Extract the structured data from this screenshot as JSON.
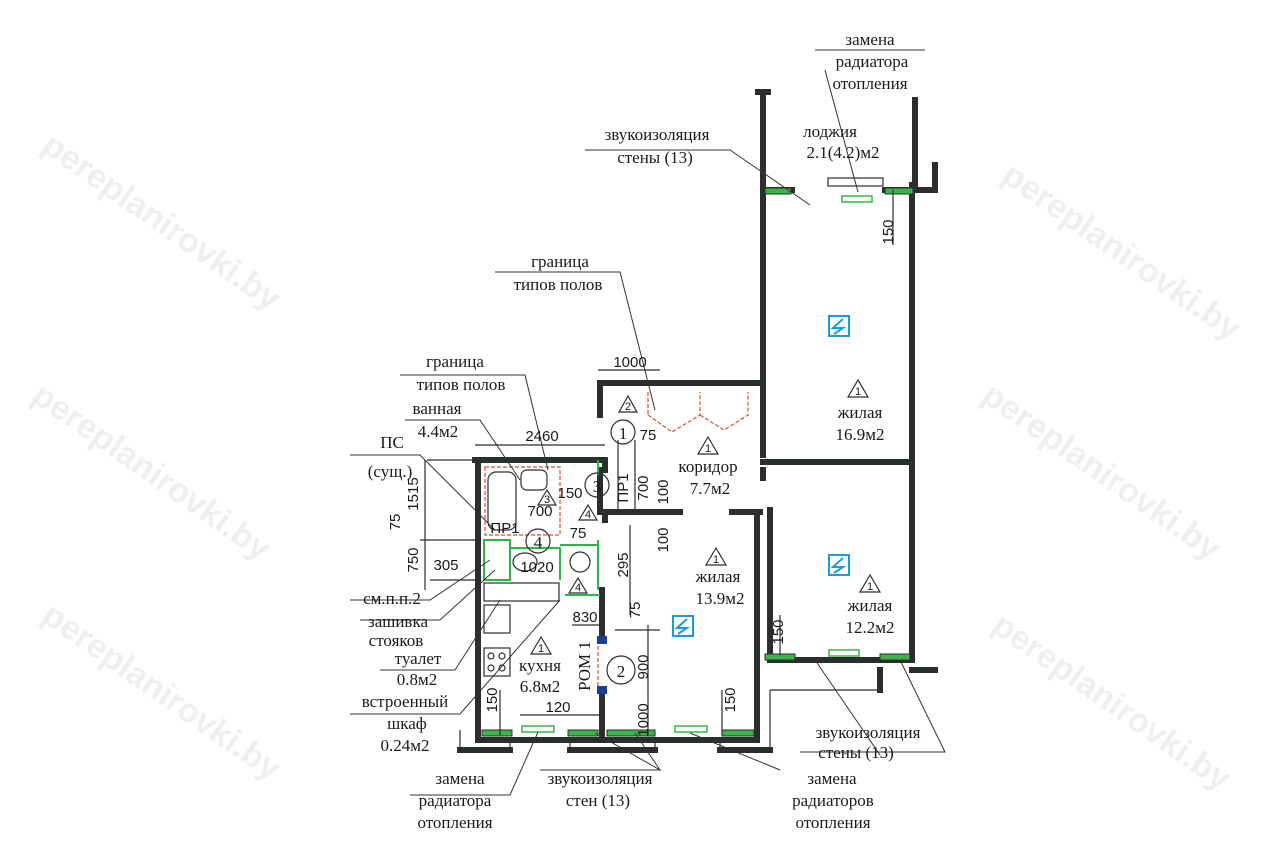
{
  "watermark": "pereplanirovki.by",
  "rooms": {
    "loggia": {
      "name": "лоджия",
      "area": "2.1(4.2)м2"
    },
    "living1": {
      "mark": "1",
      "name": "жилая",
      "area": "16.9м2"
    },
    "corridor": {
      "mark": "1",
      "name": "коридор",
      "area": "7.7м2"
    },
    "living2": {
      "mark": "1",
      "name": "жилая",
      "area": "13.9м2"
    },
    "living3": {
      "mark": "1",
      "name": "жилая",
      "area": "12.2м2"
    },
    "kitchen": {
      "mark": "1",
      "name": "кухня",
      "area": "6.8м2"
    },
    "bath": {
      "name": "ванная",
      "area": "4.4м2"
    },
    "toilet": {
      "name": "туалет",
      "area": "0.8м2"
    },
    "closet": {
      "name1": "встроенный",
      "name2": "шкаф",
      "area": "0.24м2"
    }
  },
  "callouts": {
    "radiator_top": [
      "замена",
      "радиатора",
      "отопления"
    ],
    "sound_top": [
      "звукоизоляция",
      "стены (13)"
    ],
    "floor_border1": [
      "граница",
      "типов полов"
    ],
    "floor_border2": [
      "граница",
      "типов полов"
    ],
    "ps": [
      "ПС",
      "(сущ.)"
    ],
    "see": "см.п.п.2",
    "riser": [
      "зашивка",
      "стояков"
    ],
    "radiator_bottom": [
      "замена",
      "радиатора",
      "отопления"
    ],
    "sound_bottom": [
      "звукоизоляция",
      "стен (13)"
    ],
    "radiators_bottom": [
      "замена",
      "радиаторов",
      "отопления"
    ],
    "sound_right": [
      "звукоизоляция",
      "стены (13)"
    ]
  },
  "marks": {
    "m1": "1",
    "m2": "2",
    "m3": "3",
    "m4": "4",
    "t2": "2",
    "t3": "3",
    "t4a": "4",
    "t4b": "4",
    "pr1": "ПР1",
    "pr2": "ПР1",
    "rom": "РОМ 1"
  },
  "dimensions": {
    "d1000top": "1000",
    "d75a": "75",
    "d2460": "2460",
    "d1515": "1515",
    "d75b": "75",
    "d750": "750",
    "d305": "305",
    "d700a": "700",
    "d150a": "150",
    "d1020": "1020",
    "d75c": "75",
    "d700b": "700",
    "d100a": "100",
    "d100b": "100",
    "d295": "295",
    "d75d": "75",
    "d830": "830",
    "d900": "900",
    "d1000b": "1000",
    "d150k": "150",
    "d120": "120",
    "d150r": "150",
    "d150l": "150",
    "d150top": "150"
  },
  "colors": {
    "walls": "#2a2e2c",
    "soundproof": "#3bb54a",
    "demolish": "#e04a3a",
    "electric": "#1e9ad6"
  }
}
